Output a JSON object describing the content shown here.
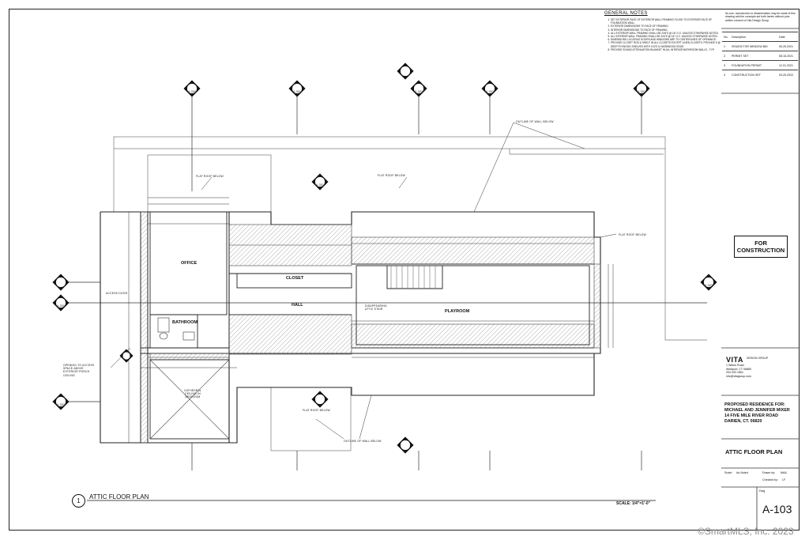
{
  "general_notes": {
    "title": "GENERAL NOTES",
    "items": [
      "SET EXTERIOR FACE OF EXTERIOR WALL FRAMING FLUSH TO EXTERIOR FACE OF FOUNDATION WALL.",
      "EXTERIOR DIMENSIONS TO FACE OF FRAMING.",
      "INTERIOR DIMENSIONS TO FACE OF FRAMING.",
      "ALL EXTERIOR WALL FRAMING SHALL BE 2X6'S @ 16\" O.C. UNLESS OTHERWISE NOTED.",
      "ALL INTERIOR WALL FRAMING SHALL BE 2X4'S @ 16\" O.C. UNLESS OTHERWISE NOTED.",
      "DIMENSIONS LOCATING DOORS AND WINDOWS ARE TO CENTERLINES OF OPENINGS.",
      "PROVIDE CLOSET ROD & SHELF IN ALL CLOSETS EXCEPT LINEN CLOSETS. PROVIDE 5 @ DEEP PLYWOOD SHELVES WITH 1X2'S & HARDWOOD EDGE.",
      "PROVIDE SOUND ATTENUATION BLANKET IN ALL INTERIOR BATHROOM WALLS - TYP."
    ]
  },
  "title_block": {
    "copyright": "No use, reproduction or dissemination may be made of this drawing and the concepts set forth herein without prior written consent of Vita Design Group.",
    "revision_headers": [
      "No.",
      "Description",
      "Date"
    ],
    "revisions": [
      [
        "1",
        "ISSUED FOR WINDOW BID",
        "05.25.2021"
      ],
      [
        "2",
        "PERMIT SET",
        "08.16.2021"
      ],
      [
        "3",
        "FOUNDATION PERMIT",
        "12.01.2021"
      ],
      [
        "4",
        "CONSTRUCTION SET",
        "03.25.2022"
      ]
    ],
    "stamp": "FOR CONSTRUCTION",
    "firm": "VITA",
    "firm_sub": "DESIGN GROUP",
    "firm_address": [
      "1 Wilton Road",
      "Westport, CT 06880",
      "203.292.1561",
      "info@vitagroup.com"
    ],
    "project_lines": [
      "PROPOSED RESIDENCE FOR:",
      "MICHAEL AND JENNIFER MIXER",
      "",
      "14 FIVE MILE RIVER ROAD",
      "DARIEN, CT. 06820"
    ],
    "sheet_title": "ATTIC FLOOR PLAN",
    "scale_label": "Scale:",
    "scale_value": "As Noted",
    "drawn_by_label": "Drawn by:",
    "drawn_by": "MAA",
    "checked_by_label": "Checked by:",
    "checked_by": "LF",
    "dwg_label": "Dwg",
    "sheet_number": "A-103"
  },
  "drawing": {
    "view_number": "1",
    "view_title": "ATTIC FLOOR PLAN",
    "scale": "SCALE: 1/4\"=1'-0\"",
    "rooms": {
      "office": "OFFICE",
      "closet": "CLOSET",
      "hall": "HALL",
      "playroom": "PLAYROOM",
      "bathroom": "BATHROOM"
    },
    "labels": {
      "flat_roof_1": "FLAT ROOF BELOW",
      "flat_roof_2": "FLAT ROOF BELOW",
      "flat_roof_3": "FLAT ROOF BELOW",
      "flat_roof_4": "FLAT ROOF BELOW",
      "outline_wall_top": "OUTLINE OF WALL BELOW",
      "outline_wall_bottom": "OUTLINE OF WALL BELOW",
      "access_door": "ACCESS DOOR",
      "opening": "OPENING TO ACCESS SPACE ABOVE EXTERIOR PORCH CEILING",
      "cathedral": "CATHEDRAL CEILING IN BEDROOM",
      "attic_stair": "DISAPPEARING ATTIC STAIR"
    },
    "section_markers": [
      "A-300",
      "A-301",
      "A-302",
      "A-303",
      "A-302",
      "A-300",
      "A-302",
      "A-303",
      "A-301"
    ]
  },
  "watermark": "©SmartMLS, Inc. 2023"
}
